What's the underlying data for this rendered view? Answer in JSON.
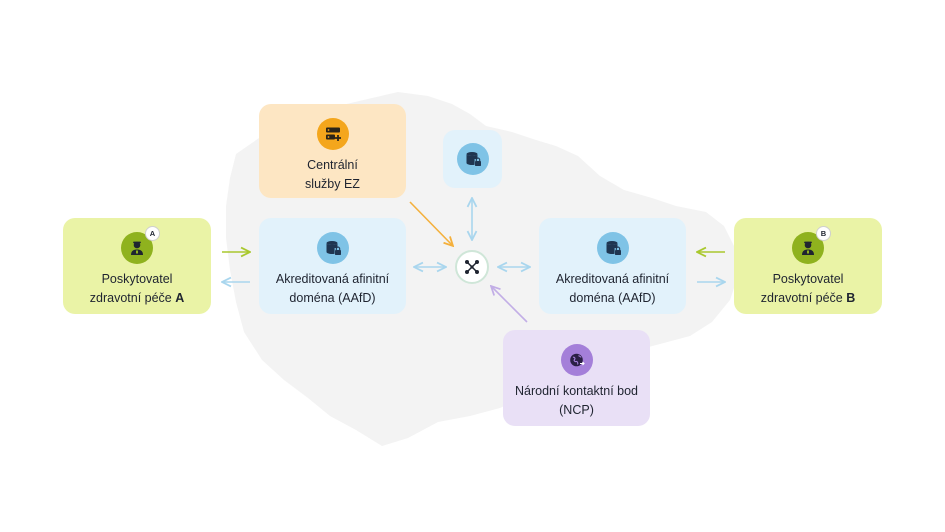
{
  "nodes": {
    "provider_a": {
      "line1": "Poskytovatel",
      "line2_prefix": "zdravotní péče ",
      "line2_bold": "A",
      "badge": "A",
      "icon": "doctor-icon"
    },
    "aafd_left": {
      "line1": "Akreditovaná afinitní",
      "line2": "doména (AAfD)",
      "icon": "database-lock-icon"
    },
    "central": {
      "line1": "Centrální",
      "line2": "služby EZ",
      "icon": "server-plus-icon"
    },
    "top_db": {
      "icon": "database-lock-icon"
    },
    "aafd_right": {
      "line1": "Akreditovaná afinitní",
      "line2": "doména (AAfD)",
      "icon": "database-lock-icon"
    },
    "provider_b": {
      "line1": "Poskytovatel",
      "line2_prefix": "zdravotní péče ",
      "line2_bold": "B",
      "badge": "B",
      "icon": "doctor-icon"
    },
    "ncp": {
      "line1": "Národní kontaktní bod",
      "line2": "(NCP)",
      "icon": "globe-icon"
    },
    "hub": {
      "icon": "network-hub-icon"
    }
  },
  "colors": {
    "green_bg": "#eaf3a6",
    "green_icon": "#8fb21e",
    "green_arrow": "#a9c82e",
    "blue_bg": "#e2f2fb",
    "blue_icon": "#7fc3e6",
    "blue_arrow": "#a9d6ee",
    "orange_bg": "#fde6c3",
    "orange_icon": "#f4a61c",
    "orange_arrow": "#f4b03c",
    "purple_bg": "#e9e0f6",
    "purple_icon": "#a47fd9",
    "purple_arrow": "#c2aee6",
    "map": "#f3f3f3"
  }
}
